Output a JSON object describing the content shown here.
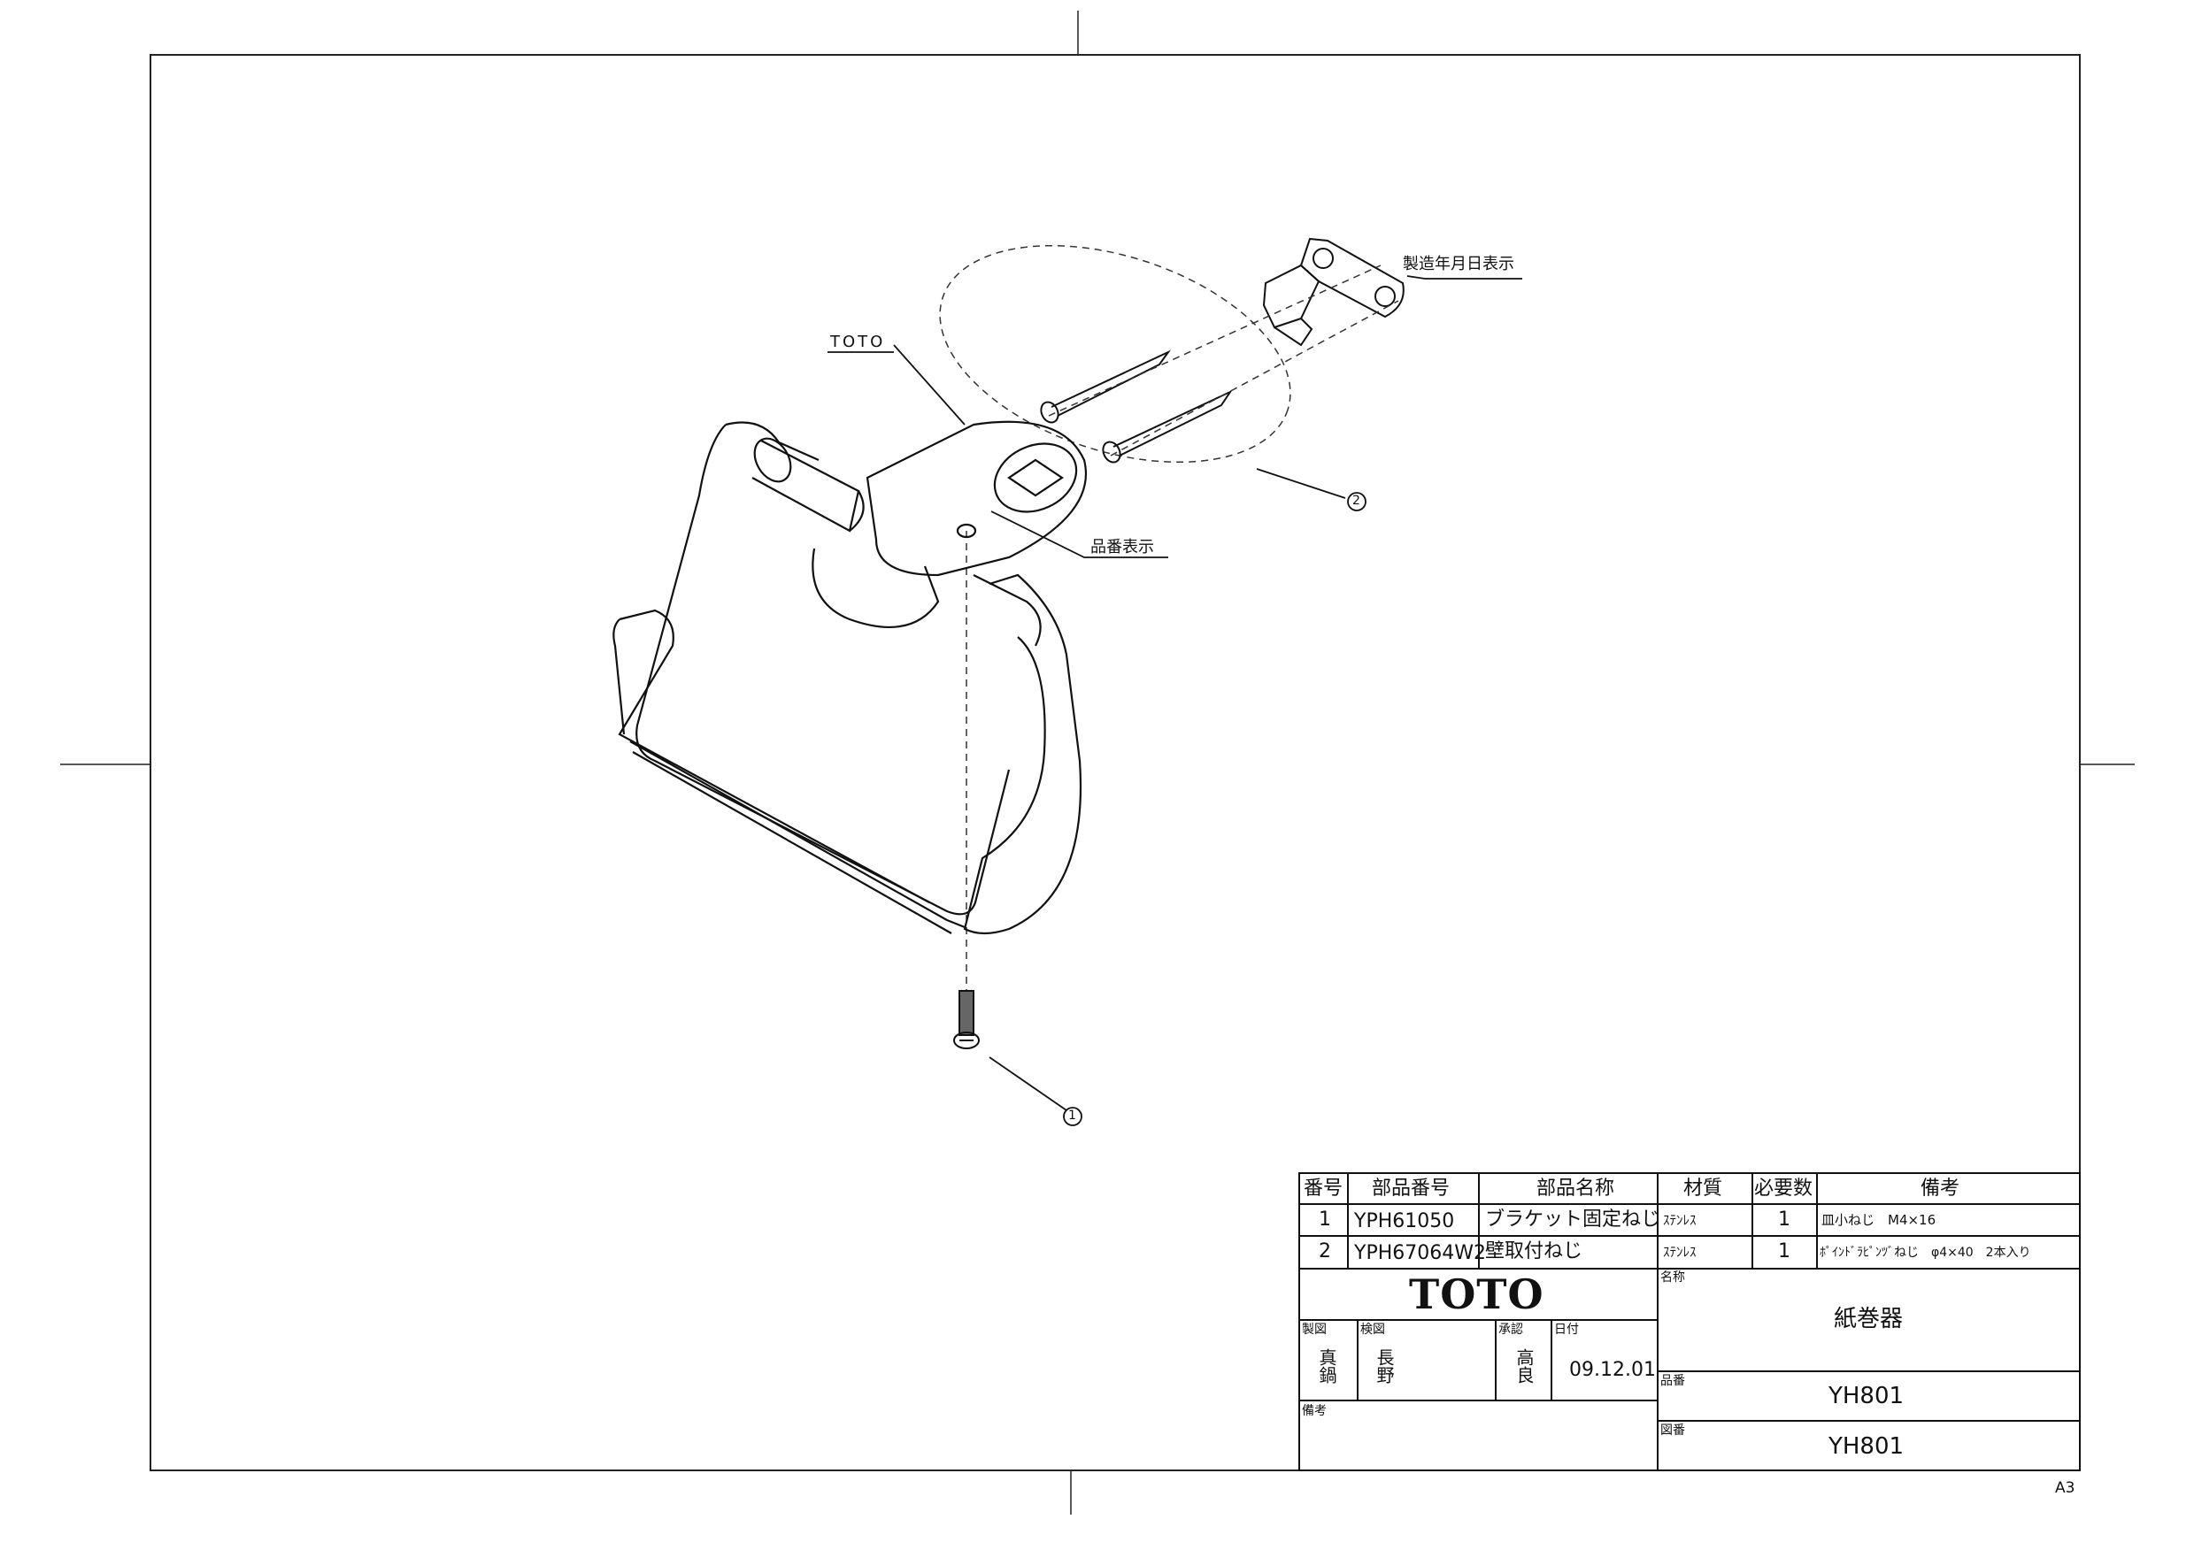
{
  "drawing": {
    "label_brand": "TOTO",
    "label_date_mark": "製造年月日表示",
    "label_part_no_mark": "品番表示",
    "callout_1": "①",
    "callout_2": "②",
    "sheet_size": "A3"
  },
  "parts_table": {
    "headers": [
      "番号",
      "部品番号",
      "部品名称",
      "材質",
      "必要数",
      "備考"
    ],
    "rows": [
      {
        "no": "1",
        "part_no": "YPH61050",
        "name": "ブラケット固定ねじ",
        "material": "ｽﾃﾝﾚｽ",
        "qty": "1",
        "remarks": "皿小ねじ　M4×16"
      },
      {
        "no": "2",
        "part_no": "YPH67064W2",
        "name": "壁取付ねじ",
        "material": "ｽﾃﾝﾚｽ",
        "qty": "1",
        "remarks": "ﾎﾟｲﾝﾄﾞﾗﾋﾟﾝﾂﾞねじ　φ4×40　2本入り"
      }
    ]
  },
  "title_block": {
    "logo": "TOTO",
    "label_drawn": "製図",
    "label_checked": "検図",
    "label_approved": "承認",
    "label_date": "日付",
    "drawn_by": "真鍋",
    "checked_by": "長野",
    "approved_by": "高良",
    "date": "09.12.01",
    "label_remarks": "備考",
    "label_name": "名称",
    "name_value": "紙巻器",
    "label_product_no": "品番",
    "product_no": "YH801",
    "label_drawing_no": "図番",
    "drawing_no": "YH801"
  }
}
